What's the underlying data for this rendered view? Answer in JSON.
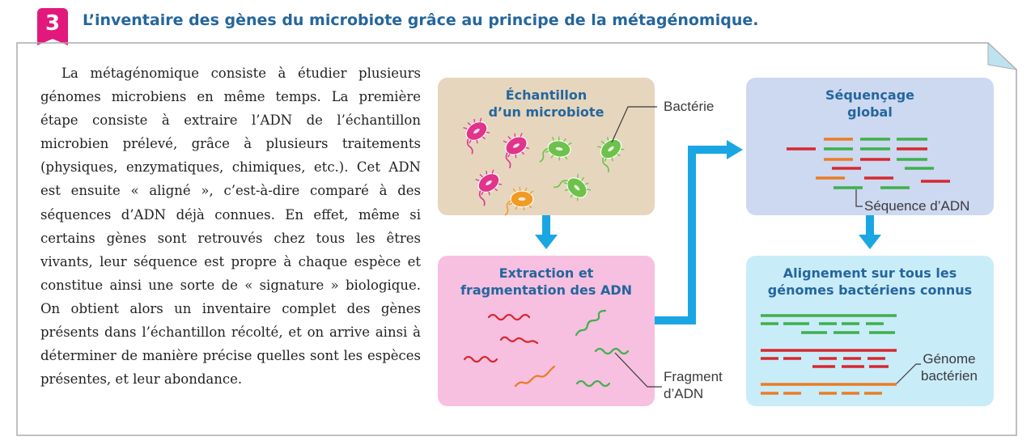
{
  "header": {
    "number": "3",
    "title": "L’inventaire des gènes du microbiote grâce au principe de la métagénomique."
  },
  "body_text": "La métagénomique consiste à étudier plusieurs génomes microbiens en même temps. La première étape consiste à extraire l’ADN de l’échantillon microbien prélevé, grâce à plusieurs traitements (physiques, enzymatiques, chimiques, etc.). Cet ADN est ensuite « aligné », c’est-à-dire comparé à des séquences d’ADN déjà connues. En effet, même si certains gènes sont retrouvés chez tous les êtres vivants, leur séquence est propre à chaque espèce et constitue ainsi une sorte de « signature » biologique. On obtient alors un inventaire complet des gènes présents dans l’échantillon récolté, et on arrive ainsi à déterminer de manière précise quelles sont les espèces présentes, et leur abondance.",
  "diagram": {
    "boxes": {
      "sample": {
        "line1": "Échantillon",
        "line2": "d’un microbiote",
        "color": "#e6d6be"
      },
      "extraction": {
        "line1": "Extraction et",
        "line2": "fragmentation des ADN",
        "color": "#f7bfe0"
      },
      "sequencing": {
        "line1": "Séquençage",
        "line2": "global",
        "color": "#cdd8f1"
      },
      "alignment": {
        "line1": "Alignement sur tous les",
        "line2": "génomes bactériens connus",
        "color": "#c9ecf9"
      }
    },
    "labels": {
      "bacterie": "Bactérie",
      "fragment_line1": "Fragment",
      "fragment_line2": "d’ADN",
      "sequence": "Séquence d’ADN",
      "genome_line1": "Génome",
      "genome_line2": "bactérien"
    },
    "colors": {
      "title_blue": "#24669d",
      "badge_pink": "#e2187c",
      "arrow_blue": "#1aa6e3",
      "dna_red": "#d7282f",
      "dna_green": "#3fb04b",
      "dna_orange": "#ec7c23",
      "bact_pink": "#e0358a",
      "bact_green": "#6cc24a",
      "bact_orange": "#f39a26"
    }
  }
}
